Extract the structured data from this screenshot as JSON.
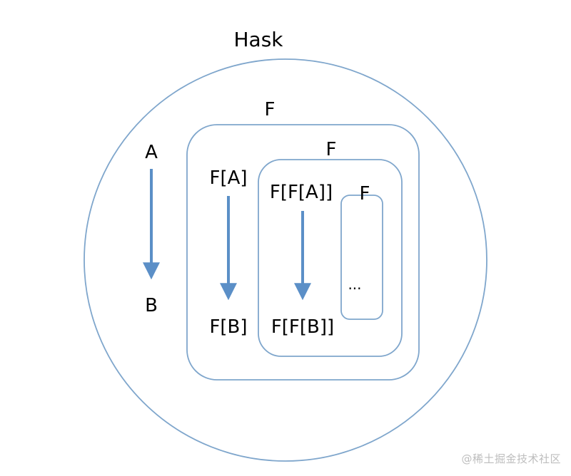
{
  "labels": {
    "outer": "Hask",
    "functor_1": "F",
    "functor_2": "F",
    "functor_3": "F",
    "obj_a": "A",
    "obj_b": "B",
    "fa": "F[A]",
    "fb": "F[B]",
    "ffa": "F[F[A]]",
    "ffb": "F[F[B]]",
    "ellipsis": "..."
  },
  "watermark": "@稀土掘金技术社区",
  "colors": {
    "boundary": "#7fa6cc",
    "arrow": "#5b8fc7",
    "text": "#000000"
  }
}
